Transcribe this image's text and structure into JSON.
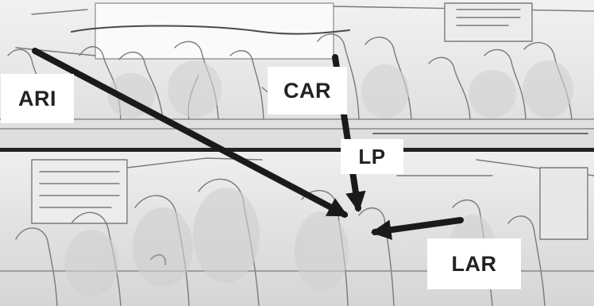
{
  "labels": {
    "ari": "ARI",
    "car": "CAR",
    "lp": "LP",
    "lar": "LAR"
  },
  "colors": {
    "arrow": "#1a1a1a",
    "divider": "#222222",
    "label_background": "#ffffff",
    "label_text": "#222222"
  }
}
